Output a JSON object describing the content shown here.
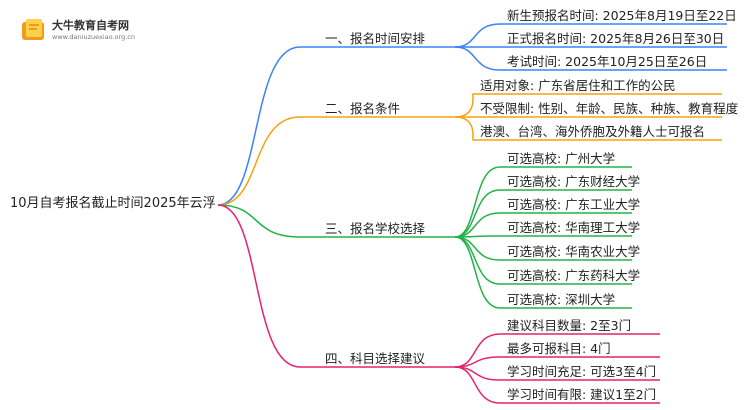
{
  "logo": {
    "name": "大牛教育自考网",
    "url": "www.daniuzuexiao.org.cn"
  },
  "mindmap": {
    "root": "10月自考报名截止时间2025年云浮",
    "branches": [
      {
        "label": "一、报名时间安排",
        "color": "#3b82f6",
        "leaves": [
          "新生预报名时间: 2025年8月19日至22日",
          "正式报名时间: 2025年8月26日至30日",
          "考试时间: 2025年10月25日至26日"
        ]
      },
      {
        "label": "二、报名条件",
        "color": "#f4a30b",
        "leaves": [
          "适用对象: 广东省居住和工作的公民",
          "不受限制: 性别、年龄、民族、种族、教育程度",
          "港澳、台湾、海外侨胞及外籍人士可报名"
        ]
      },
      {
        "label": "三、报名学校选择",
        "color": "#22b34a",
        "leaves": [
          "可选高校: 广州大学",
          "可选高校: 广东财经大学",
          "可选高校: 广东工业大学",
          "可选高校: 华南理工大学",
          "可选高校: 华南农业大学",
          "可选高校: 广东药科大学",
          "可选高校: 深圳大学"
        ]
      },
      {
        "label": "四、科目选择建议",
        "color": "#e8216f",
        "leaves": [
          "建议科目数量: 2至3门",
          "最多可报科目: 4门",
          "学习时间充足: 可选3至4门",
          "学习时间有限: 建议1至2门"
        ]
      }
    ]
  }
}
